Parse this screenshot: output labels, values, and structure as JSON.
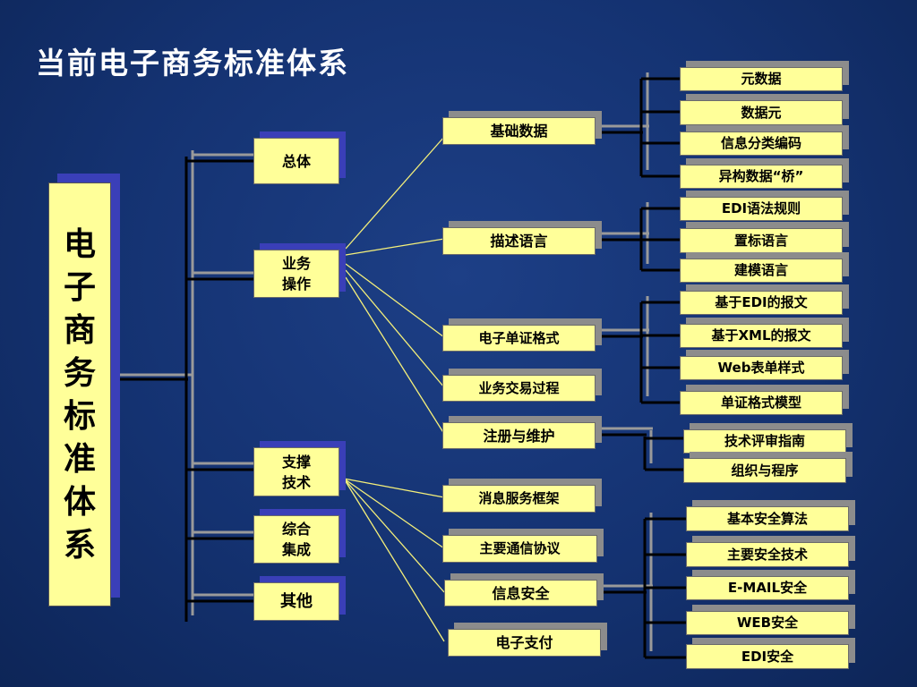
{
  "title": "当前电子商务标准体系",
  "root": [
    "电",
    "子",
    "商",
    "务",
    "标",
    "准",
    "体",
    "系"
  ],
  "level1": [
    {
      "id": "zt",
      "lines": [
        "总体"
      ]
    },
    {
      "id": "yw",
      "lines": [
        "业务",
        "操作"
      ]
    },
    {
      "id": "zc",
      "lines": [
        "支撑",
        "技术"
      ]
    },
    {
      "id": "zh",
      "lines": [
        "综合",
        "集成"
      ]
    },
    {
      "id": "qt",
      "lines": [
        "其他"
      ]
    }
  ],
  "level2": [
    {
      "id": "jc",
      "label": "基础数据"
    },
    {
      "id": "ms",
      "label": "描述语言"
    },
    {
      "id": "dz",
      "label": "电子单证格式"
    },
    {
      "id": "jy",
      "label": "业务交易过程"
    },
    {
      "id": "zw",
      "label": "注册与维护"
    },
    {
      "id": "xx",
      "label": "消息服务框架"
    },
    {
      "id": "tx",
      "label": "主要通信协议"
    },
    {
      "id": "aq",
      "label": "信息安全"
    },
    {
      "id": "zf",
      "label": "电子支付"
    }
  ],
  "level3": [
    {
      "id": "a1",
      "label": "元数据"
    },
    {
      "id": "a2",
      "label": "数据元"
    },
    {
      "id": "a3",
      "label": "信息分类编码"
    },
    {
      "id": "a4",
      "label": "异构数据“桥”"
    },
    {
      "id": "b1",
      "label": "EDI语法规则"
    },
    {
      "id": "b2",
      "label": "置标语言"
    },
    {
      "id": "b3",
      "label": "建模语言"
    },
    {
      "id": "c1",
      "label": "基于EDI的报文"
    },
    {
      "id": "c2",
      "label": "基于XML的报文"
    },
    {
      "id": "c3",
      "label": "Web表单样式"
    },
    {
      "id": "c4",
      "label": "单证格式模型"
    },
    {
      "id": "d1",
      "label": "技术评审指南"
    },
    {
      "id": "d2",
      "label": "组织与程序"
    },
    {
      "id": "e1",
      "label": "基本安全算法"
    },
    {
      "id": "e2",
      "label": "主要安全技术"
    },
    {
      "id": "e3",
      "label": "E-MAIL安全"
    },
    {
      "id": "e4",
      "label": "WEB安全"
    },
    {
      "id": "e5",
      "label": "EDI安全"
    }
  ]
}
